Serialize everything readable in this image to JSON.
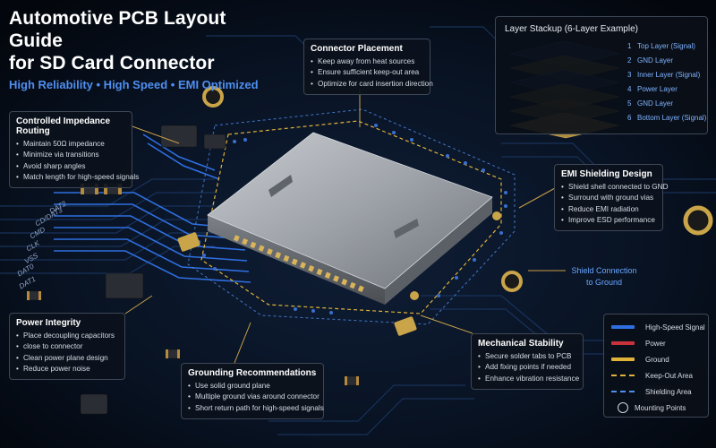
{
  "title": {
    "line1": "Automotive PCB Layout Guide",
    "line2": "for SD Card Connector",
    "subtitle": "High Reliability • High Speed • EMI Optimized"
  },
  "connector_placement": {
    "heading": "Connector Placement",
    "items": [
      "Keep away from heat sources",
      "Ensure sufficient keep-out area",
      "Optimize for card insertion direction"
    ]
  },
  "impedance": {
    "heading": "Controlled Impedance Routing",
    "items": [
      "Maintain 50Ω impedance",
      "Minimize via transitions",
      "Avoid sharp angles",
      "Match length for high-speed signals"
    ]
  },
  "emi": {
    "heading": "EMI Shielding Design",
    "items": [
      "Shield shell connected to GND",
      "Surround with ground vias",
      "Reduce EMI radiation",
      "Improve ESD performance"
    ]
  },
  "power": {
    "heading": "Power Integrity",
    "items": [
      "Place decoupling capacitors",
      "close to connector",
      "Clean power plane design",
      "Reduce power noise"
    ]
  },
  "grounding": {
    "heading": "Grounding Recommendations",
    "items": [
      "Use solid ground plane",
      "Multiple ground vias around connector",
      "Short return path for high-speed signals"
    ]
  },
  "mechanical": {
    "heading": "Mechanical Stability",
    "items": [
      "Secure solder tabs to PCB",
      "Add fixing points if needed",
      "Enhance vibration resistance"
    ]
  },
  "stackup": {
    "heading": "Layer Stackup (6-Layer Example)",
    "layers": [
      {
        "num": "1",
        "name": "Top Layer (Signal)"
      },
      {
        "num": "2",
        "name": "GND Layer"
      },
      {
        "num": "3",
        "name": "Inner Layer (Signal)"
      },
      {
        "num": "4",
        "name": "Power Layer"
      },
      {
        "num": "5",
        "name": "GND Layer"
      },
      {
        "num": "6",
        "name": "Bottom Layer (Signal)"
      }
    ]
  },
  "shield_connection": {
    "line1": "Shield Connection",
    "line2": "to Ground"
  },
  "legend": {
    "items": [
      {
        "label": "High-Speed Signal",
        "color": "#2f6fe0"
      },
      {
        "label": "Power",
        "color": "#c8323a"
      },
      {
        "label": "Ground",
        "color": "#e0b23a"
      },
      {
        "label": "Keep-Out Area",
        "color": "#e0b23a"
      },
      {
        "label": "Shielding Area",
        "color": "#4f8ff0"
      },
      {
        "label": "Mounting Points",
        "color": "#cfd5dd"
      }
    ]
  },
  "signals": [
    "DAT2",
    "CD/DAT3",
    "CMD",
    "CLK",
    "VSS",
    "DAT0",
    "DAT1"
  ],
  "colors": {
    "accent": "#4f8ff0",
    "gold": "#e0b23a",
    "board": "#0a1424"
  }
}
